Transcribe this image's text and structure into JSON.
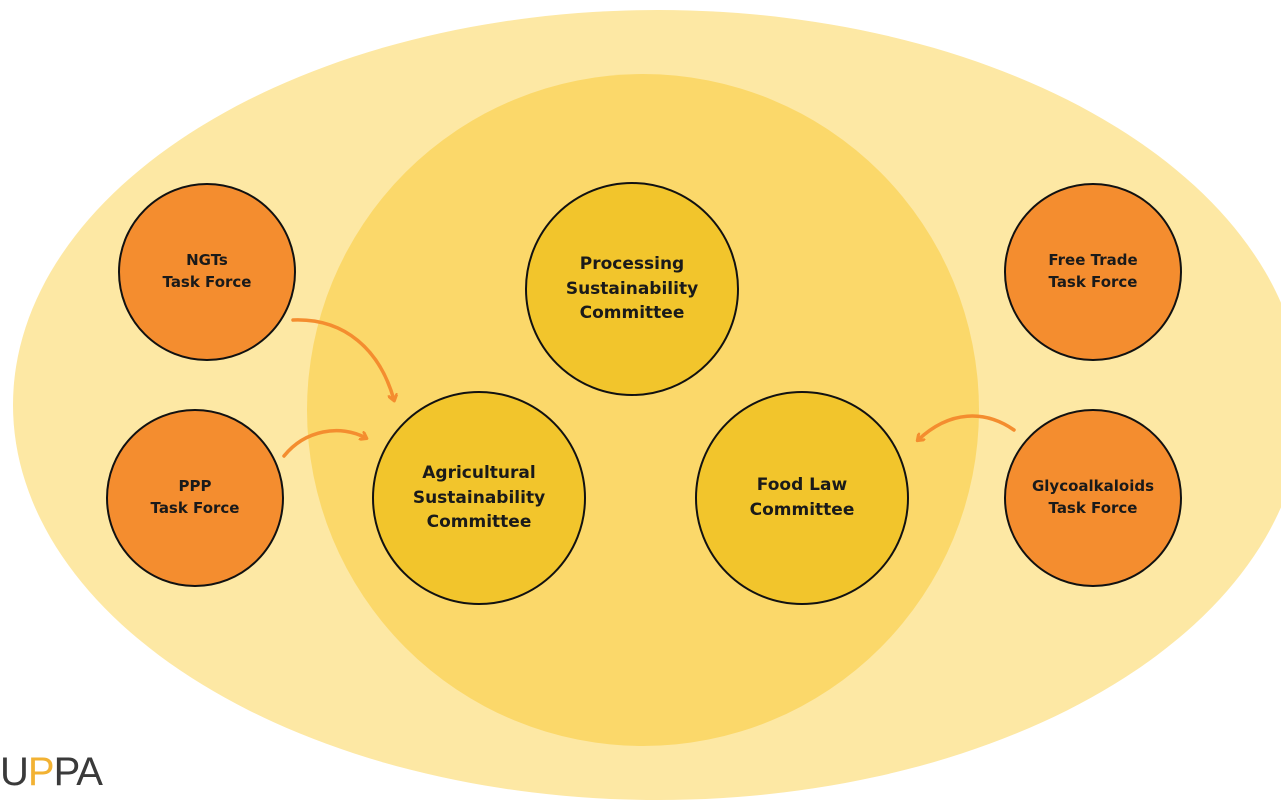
{
  "diagram": {
    "colors": {
      "outer_region": "#fde8a4",
      "inner_region": "#fbd86a",
      "task_force_fill": "#f48d2f",
      "committee_fill": "#f2c52c",
      "arrow": "#f48d2f"
    },
    "task_forces": {
      "ngts": {
        "line1": "NGTs",
        "line2": "Task Force"
      },
      "ppp": {
        "line1": "PPP",
        "line2": "Task Force"
      },
      "free_trade": {
        "line1": "Free Trade",
        "line2": "Task Force"
      },
      "glycoalkaloids": {
        "line1": "Glycoalkaloids",
        "line2": "Task Force"
      }
    },
    "committees": {
      "processing": {
        "line1": "Processing",
        "line2": "Sustainability",
        "line3": "Committee"
      },
      "agricultural": {
        "line1": "Agricultural",
        "line2": "Sustainability",
        "line3": "Committee"
      },
      "food_law": {
        "line1": "Food Law",
        "line2": "Committee"
      }
    },
    "arrows": [
      {
        "from": "NGTs Task Force",
        "to": "Agricultural Sustainability Committee"
      },
      {
        "from": "PPP Task Force",
        "to": "Agricultural Sustainability Committee"
      },
      {
        "from": "Glycoalkaloids Task Force",
        "to": "Food Law Committee"
      }
    ]
  },
  "logo": {
    "text_before": "U",
    "text_accent": "P",
    "text_after": "PA"
  }
}
